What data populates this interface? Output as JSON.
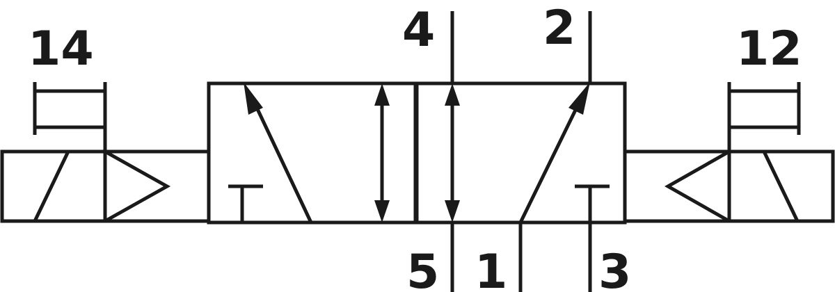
{
  "ports": {
    "p4": "4",
    "p2": "2",
    "p5": "5",
    "p1": "1",
    "p3": "3",
    "p14": "14",
    "p12": "12"
  },
  "colors": {
    "line": "#1a1a1a",
    "background": "#ffffff"
  }
}
